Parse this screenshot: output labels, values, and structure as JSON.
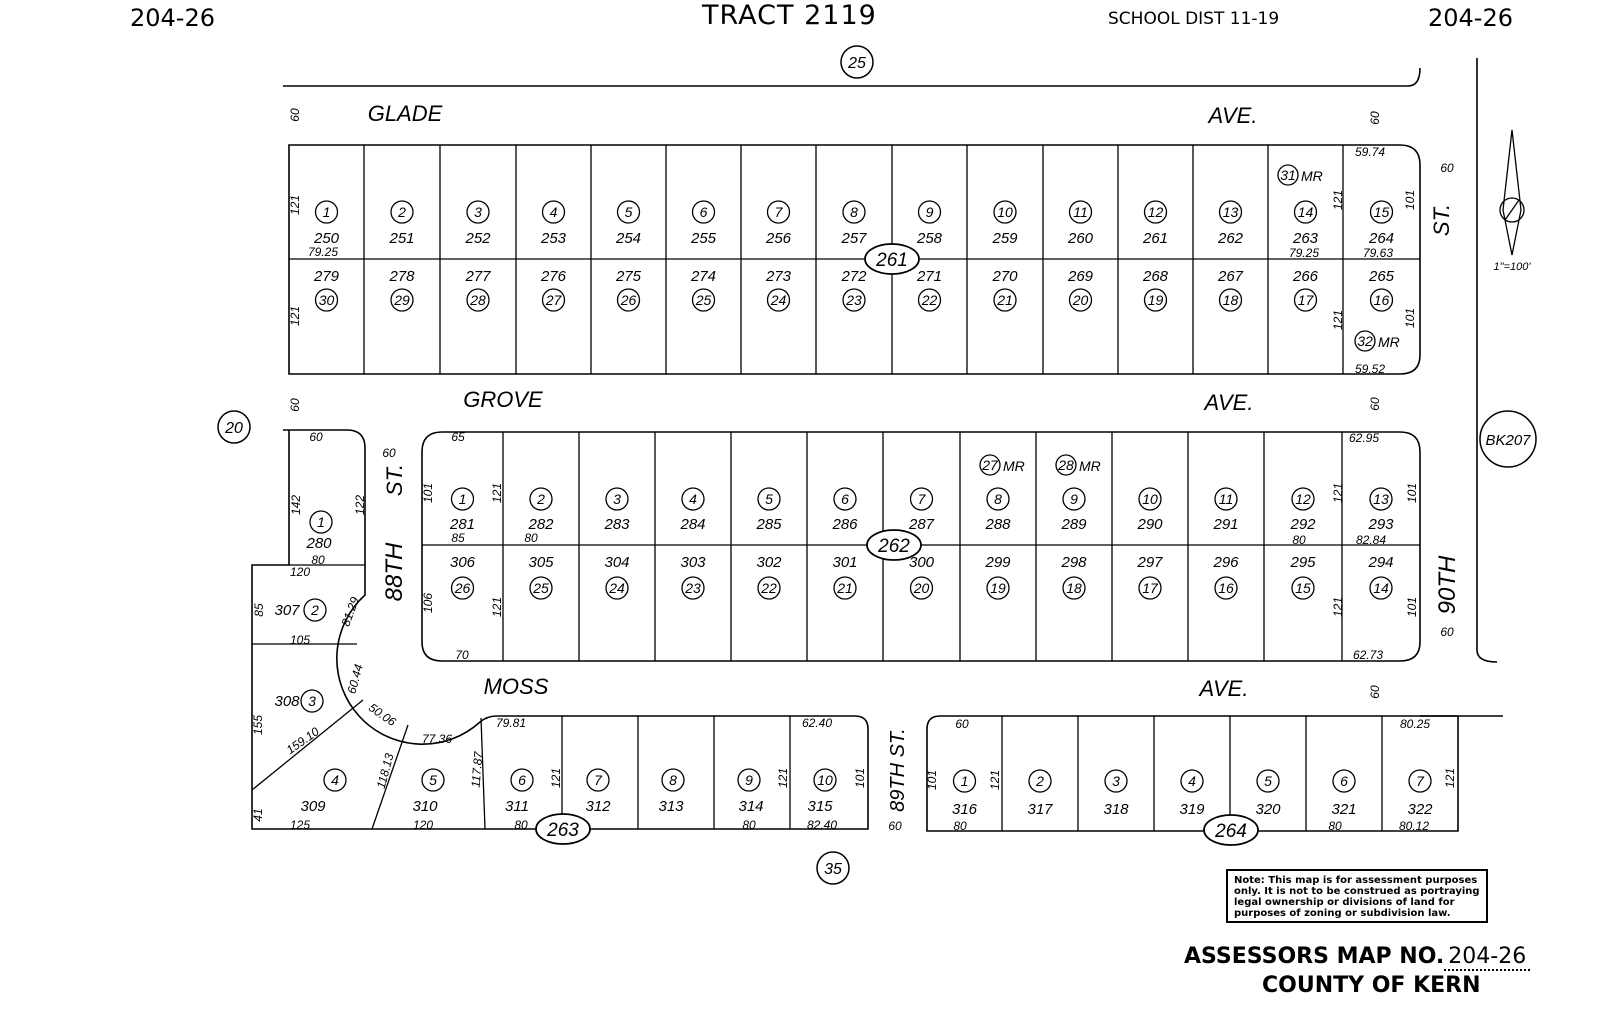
{
  "header": {
    "map_left": "204-26",
    "tract": "TRACT  2119",
    "school_dist": "SCHOOL  DIST  11-19",
    "map_right": "204-26"
  },
  "footer": {
    "assessors_label": "ASSESSORS MAP NO.",
    "assessors_no": "204-26",
    "county": "COUNTY OF KERN"
  },
  "note": "Note: This map is for assessment purposes only. It is not to be construed as portraying legal ownership or divisions of land for purposes of zoning or subdivision law.",
  "scale": "1\"=100'",
  "streets": [
    "GLADE",
    "AVE.",
    "GROVE",
    "AVE.",
    "MOSS",
    "AVE.",
    "88TH",
    "ST.",
    "89TH ST.",
    "90TH",
    "ST."
  ],
  "page_refs": [
    "25",
    "20",
    "35",
    "BK207"
  ],
  "blocks": [
    {
      "id": "261",
      "top": [
        [
          "1",
          "250"
        ],
        [
          "2",
          "251"
        ],
        [
          "3",
          "252"
        ],
        [
          "4",
          "253"
        ],
        [
          "5",
          "254"
        ],
        [
          "6",
          "255"
        ],
        [
          "7",
          "256"
        ],
        [
          "8",
          "257"
        ],
        [
          "9",
          "258"
        ],
        [
          "10",
          "259"
        ],
        [
          "11",
          "260"
        ],
        [
          "12",
          "261"
        ],
        [
          "13",
          "262"
        ],
        [
          "14",
          "263"
        ],
        [
          "15",
          "264"
        ]
      ],
      "bottom": [
        [
          "30",
          "279"
        ],
        [
          "29",
          "278"
        ],
        [
          "28",
          "277"
        ],
        [
          "27",
          "276"
        ],
        [
          "26",
          "275"
        ],
        [
          "25",
          "274"
        ],
        [
          "24",
          "273"
        ],
        [
          "23",
          "272"
        ],
        [
          "22",
          "271"
        ],
        [
          "21",
          "270"
        ],
        [
          "20",
          "269"
        ],
        [
          "19",
          "268"
        ],
        [
          "18",
          "267"
        ],
        [
          "17",
          "266"
        ],
        [
          "16",
          "265"
        ]
      ]
    },
    {
      "id": "262",
      "top": [
        [
          "1",
          "281"
        ],
        [
          "2",
          "282"
        ],
        [
          "3",
          "283"
        ],
        [
          "4",
          "284"
        ],
        [
          "5",
          "285"
        ],
        [
          "6",
          "286"
        ],
        [
          "7",
          "287"
        ],
        [
          "8",
          "288"
        ],
        [
          "9",
          "289"
        ],
        [
          "10",
          "290"
        ],
        [
          "11",
          "291"
        ],
        [
          "12",
          "292"
        ],
        [
          "13",
          "293"
        ]
      ],
      "bottom": [
        [
          "26",
          "306"
        ],
        [
          "25",
          "305"
        ],
        [
          "24",
          "304"
        ],
        [
          "23",
          "303"
        ],
        [
          "22",
          "302"
        ],
        [
          "21",
          "301"
        ],
        [
          "20",
          "300"
        ],
        [
          "19",
          "299"
        ],
        [
          "18",
          "298"
        ],
        [
          "17",
          "297"
        ],
        [
          "16",
          "296"
        ],
        [
          "15",
          "295"
        ],
        [
          "14",
          "294"
        ]
      ]
    },
    {
      "id": "263",
      "lots": [
        [
          "1",
          "280"
        ],
        [
          "2",
          "307"
        ],
        [
          "3",
          "308"
        ],
        [
          "4",
          "309"
        ],
        [
          "5",
          "310"
        ],
        [
          "6",
          "311"
        ],
        [
          "7",
          "312"
        ],
        [
          "8",
          "313"
        ],
        [
          "9",
          "314"
        ],
        [
          "10",
          "315"
        ]
      ]
    },
    {
      "id": "264",
      "lots": [
        [
          "1",
          "316"
        ],
        [
          "2",
          "317"
        ],
        [
          "3",
          "318"
        ],
        [
          "4",
          "319"
        ],
        [
          "5",
          "320"
        ],
        [
          "6",
          "321"
        ],
        [
          "7",
          "322"
        ]
      ]
    }
  ],
  "mr_lots": [
    "31",
    "32",
    "27",
    "28"
  ],
  "mr_label": "MR",
  "dimensions": [
    "60",
    "60",
    "59.74",
    "121",
    "79.25",
    "79.25",
    "79.63",
    "121",
    "101",
    "121",
    "121",
    "101",
    "59.52",
    "60",
    "60",
    "60",
    "65",
    "62.95",
    "101",
    "121",
    "85",
    "80",
    "80",
    "82.84",
    "121",
    "101",
    "106",
    "121",
    "121",
    "101",
    "70",
    "62.73",
    "60",
    "60",
    "142",
    "122",
    "80",
    "120",
    "85",
    "81.29",
    "105",
    "155",
    "60.44",
    "50.06",
    "159.10",
    "77.36",
    "118.13",
    "117.87",
    "41",
    "125",
    "120",
    "60",
    "79.81",
    "62.40",
    "121",
    "121",
    "101",
    "80",
    "80",
    "82.40",
    "60",
    "60",
    "80.25",
    "101",
    "121",
    "121",
    "80",
    "80",
    "80.12",
    "60"
  ]
}
